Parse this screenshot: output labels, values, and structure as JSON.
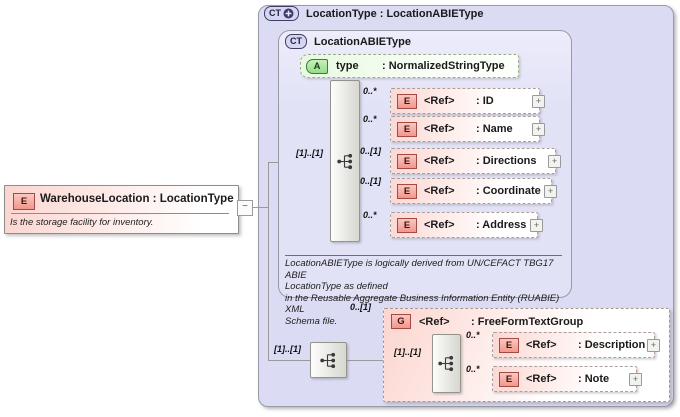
{
  "diagram": {
    "root_element": {
      "badge": "E",
      "title": "WarehouseLocation : LocationType",
      "annotation": "Is the storage facility for inventory.",
      "collapse_glyph": "−"
    },
    "outer_type": {
      "badge": "CT",
      "title": "LocationType : LocationABIEType"
    },
    "inner_type": {
      "badge": "CT",
      "title": "LocationABIEType",
      "annotation_lines": [
        "LocationABIEType is logically derived from UN/CEFACT TBG17 ABIE",
        "LocationType as defined",
        "in the Reusable Aggregate Business Information Entity (RUABIE) XML",
        "Schema file."
      ]
    },
    "attribute": {
      "badge": "A",
      "name": "type",
      "type": ": NormalizedStringType"
    },
    "sequence_top": {
      "cardinality": "[1]..[1]"
    },
    "elements": [
      {
        "badge": "E",
        "ref": "<Ref>",
        "type": ": ID",
        "cardinality": "0..*",
        "expand": "+"
      },
      {
        "badge": "E",
        "ref": "<Ref>",
        "type": ": Name",
        "cardinality": "0..*",
        "expand": "+"
      },
      {
        "badge": "E",
        "ref": "<Ref>",
        "type": ": Directions",
        "cardinality": "0..[1]",
        "expand": "+"
      },
      {
        "badge": "E",
        "ref": "<Ref>",
        "type": ": Coordinate",
        "cardinality": "0..[1]",
        "expand": "+"
      },
      {
        "badge": "E",
        "ref": "<Ref>",
        "type": ": Address",
        "cardinality": "0..*",
        "expand": "+"
      }
    ],
    "sequence_bottom": {
      "cardinality": "[1]..[1]"
    },
    "group": {
      "badge": "G",
      "ref": "<Ref>",
      "type": ": FreeFormTextGroup",
      "cardinality": "0..[1]",
      "sequence": {
        "cardinality": "[1]..[1]"
      },
      "elements": [
        {
          "badge": "E",
          "ref": "<Ref>",
          "type": ": Description",
          "cardinality": "0..*",
          "expand": "+"
        },
        {
          "badge": "E",
          "ref": "<Ref>",
          "type": ": Note",
          "cardinality": "0..*",
          "expand": "+"
        }
      ]
    },
    "colors": {
      "container_fill": "#dbdbf3",
      "element_pink": "#fcd8d3",
      "attribute_green": "#e7f9e0",
      "badge_red_border": "#a34a42",
      "line_gray": "#9a9a9a"
    }
  }
}
